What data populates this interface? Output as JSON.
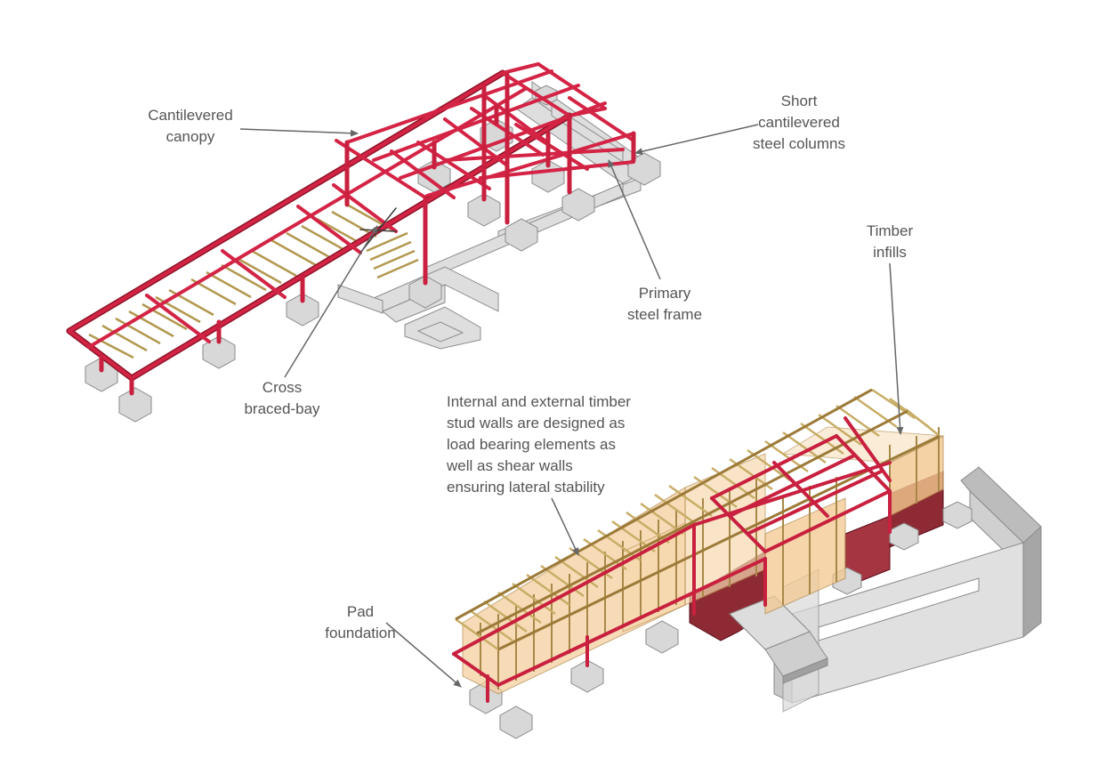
{
  "labels": {
    "cantilevered_canopy": [
      "Cantilevered",
      "canopy"
    ],
    "short_columns": [
      "Short",
      "cantilevered",
      "steel columns"
    ],
    "timber_infills": [
      "Timber",
      "infills"
    ],
    "primary_frame": [
      "Primary",
      "steel frame"
    ],
    "cross_braced": [
      "Cross",
      "braced-bay"
    ],
    "stud_walls": [
      "Internal and external timber",
      "stud walls are designed as",
      "load bearing elements as",
      "well as shear walls",
      "ensuring lateral stability"
    ],
    "pad_foundation": [
      "Pad",
      "foundation"
    ]
  },
  "colors": {
    "steel": "#c8203e",
    "steel_dark": "#8e1428",
    "timber": "#e8d49a",
    "timber_dark": "#b89a52",
    "concrete": "#d6d6d6",
    "concrete_dark": "#9a9a9a",
    "glazing": "#f6d6a8",
    "text": "#555555",
    "leader": "#666666"
  }
}
